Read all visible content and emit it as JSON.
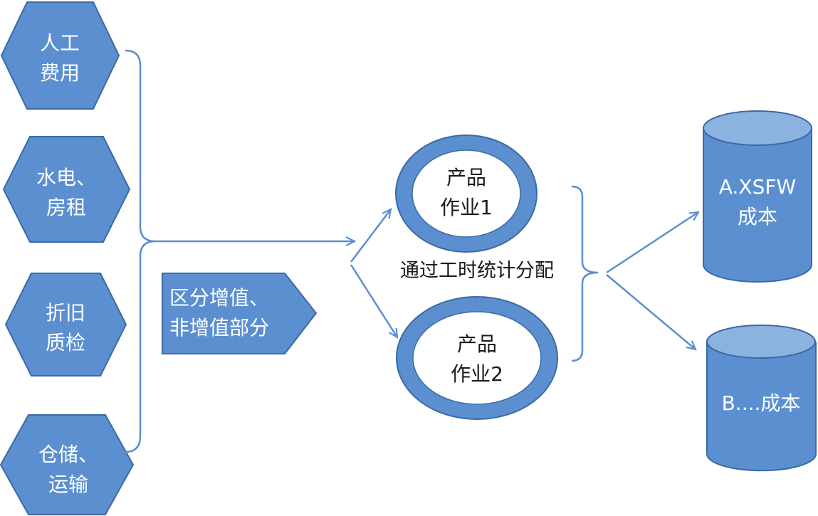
{
  "cost_sources": [
    {
      "line1": "人工",
      "line2": "费用"
    },
    {
      "line1": "水电、",
      "line2": "房租"
    },
    {
      "line1": "折旧",
      "line2": "质检"
    },
    {
      "line1": "仓储、",
      "line2": "运输"
    }
  ],
  "pentagon": {
    "line1": "区分增值、",
    "line2": "非增值部分"
  },
  "activities": [
    {
      "line1": "产品",
      "line2": "作业1"
    },
    {
      "line1": "产品",
      "line2": "作业2"
    }
  ],
  "allocation_label": "通过工时统计分配",
  "cost_objects": [
    {
      "line1": "A.XSFW",
      "line2": "成本"
    },
    {
      "line1": "B....成本",
      "line2": ""
    }
  ],
  "colors": {
    "fill": "#5b8fd0",
    "stroke": "#3a6aa5",
    "cylinder_top": "#8cb3e0",
    "ring": "#5b8fd0",
    "arrow": "#5b8fd0",
    "label": "#ffffff"
  }
}
